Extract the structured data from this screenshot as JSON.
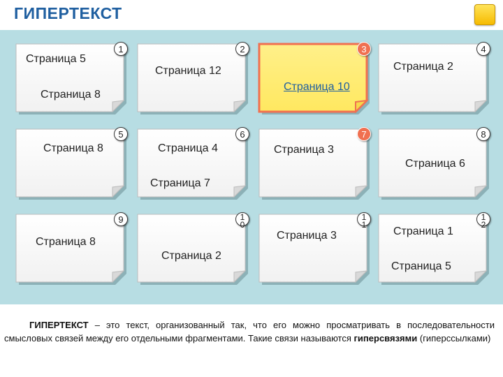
{
  "header": {
    "title": "ГИПЕРТЕКСТ",
    "home_icon": "home-icon",
    "home_glyph": "",
    "home_color": "#f8c600"
  },
  "colors": {
    "board_background": "#b7dde3",
    "card_background": "#ffffff",
    "active_card_background": "#fff08a",
    "active_card_border": "#f07050",
    "active_badge": "#f07050",
    "title_color": "#1f5fa0"
  },
  "cards": [
    {
      "number": "1",
      "labels": [
        "Страница 5",
        "Страница 8"
      ],
      "active": false
    },
    {
      "number": "2",
      "labels": [
        "Страница 12"
      ],
      "active": false
    },
    {
      "number": "3",
      "labels": [
        "Страница 10"
      ],
      "active": true
    },
    {
      "number": "4",
      "labels": [
        "Страница 2"
      ],
      "active": false
    },
    {
      "number": "5",
      "labels": [
        "Страница 8"
      ],
      "active": false
    },
    {
      "number": "6",
      "labels": [
        "Страница 4",
        "Страница 7"
      ],
      "active": false
    },
    {
      "number": "7",
      "labels": [
        "Страница 3"
      ],
      "active": false,
      "badge_active": true
    },
    {
      "number": "8",
      "labels": [
        "Страница 6"
      ],
      "active": false
    },
    {
      "number": "9",
      "labels": [
        "Страница 8"
      ],
      "active": false
    },
    {
      "number": "10",
      "labels": [
        "Страница 2"
      ],
      "active": false
    },
    {
      "number": "11",
      "labels": [
        "Страница 3"
      ],
      "active": false
    },
    {
      "number": "12",
      "labels": [
        "Страница 1",
        "Страница 5"
      ],
      "active": false
    }
  ],
  "definition": {
    "term": "ГИПЕРТЕКСТ",
    "text_before": " – это текст, организованный так, что его можно просматривать в последовательности смысловых связей между его отдельными фрагментами. Такие связи называются ",
    "emphasis": "гиперсвязями",
    "text_after": " (гиперссылками)"
  }
}
